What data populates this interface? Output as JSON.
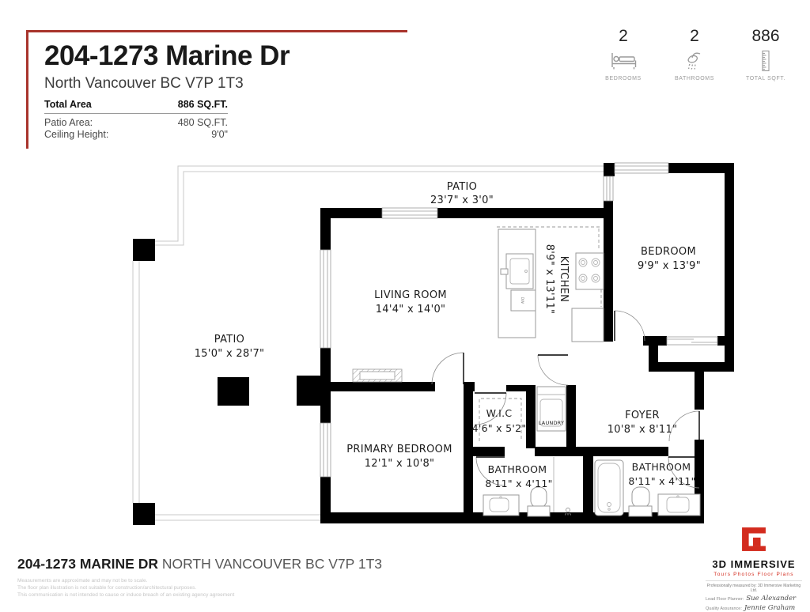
{
  "header": {
    "title": "204-1273 Marine Dr",
    "subtitle": "North Vancouver BC V7P 1T3",
    "total_area_label": "Total Area",
    "total_area_value": "886 SQ.FT.",
    "rows": [
      {
        "label": "Patio Area:",
        "value": "480 SQ.FT."
      },
      {
        "label": "Ceiling Height:",
        "value": "9'0\""
      }
    ]
  },
  "stats": [
    {
      "value": "2",
      "label": "BEDROOMS",
      "icon": "bed-icon"
    },
    {
      "value": "2",
      "label": "BATHROOMS",
      "icon": "shower-icon"
    },
    {
      "value": "886",
      "label": "TOTAL SQFT.",
      "icon": "ruler-icon"
    }
  ],
  "plan": {
    "patio_top": {
      "name": "PATIO",
      "dims": "23'7\" x 3'0\""
    },
    "patio_left": {
      "name": "PATIO",
      "dims": "15'0\" x 28'7\""
    },
    "living_room": {
      "name": "LIVING ROOM",
      "dims": "14'4\" x 14'0\""
    },
    "kitchen": {
      "name": "KITCHEN",
      "dims": "8'9\" x 13'11\"",
      "dw_label": "DW"
    },
    "bedroom": {
      "name": "BEDROOM",
      "dims": "9'9\" x 13'9\""
    },
    "primary_bedroom": {
      "name": "PRIMARY BEDROOM",
      "dims": "12'1\" x 10'8\""
    },
    "wic": {
      "name": "W.I.C",
      "dims": "4'6\" x 5'2\""
    },
    "laundry": {
      "name": "LAUNDRY"
    },
    "foyer": {
      "name": "FOYER",
      "dims": "10'8\" x 8'11\""
    },
    "bathroom_1": {
      "name": "BATHROOM",
      "dims": "8'11\" x 4'11\""
    },
    "bathroom_2": {
      "name": "BATHROOM",
      "dims": "8'11\" x 4'11\""
    }
  },
  "footer": {
    "address_bold": "204-1273 MARINE DR",
    "address_rest": "NORTH VANCOUVER BC V7P 1T3",
    "disclaimers": [
      "Measurements are approximate and may not be to scale.",
      "The floor plan illustration is not suitable for construction/architectural purposes.",
      "This communication is not intended to cause or induce breach of an existing agency agreement"
    ]
  },
  "branding": {
    "name": "3D IMMERSIVE",
    "tagline": "Tours  Photos  Floor Plans",
    "measured_by": "Professionally measured by: 3D Immersive Marketing Ltd.",
    "planner_label": "Lead Floor Planner:",
    "planner_name": "Sue Alexander",
    "qa_label": "Quality Assurance:",
    "qa_name": "Jennie Graham"
  },
  "colors": {
    "accent_border": "#a8342c",
    "logo_red": "#d32b1e",
    "wall": "#000000",
    "rail": "#c8c8c8",
    "text_dark": "#1d1d1b",
    "muted": "#9a9a9a",
    "faint": "#c6c6c6"
  }
}
